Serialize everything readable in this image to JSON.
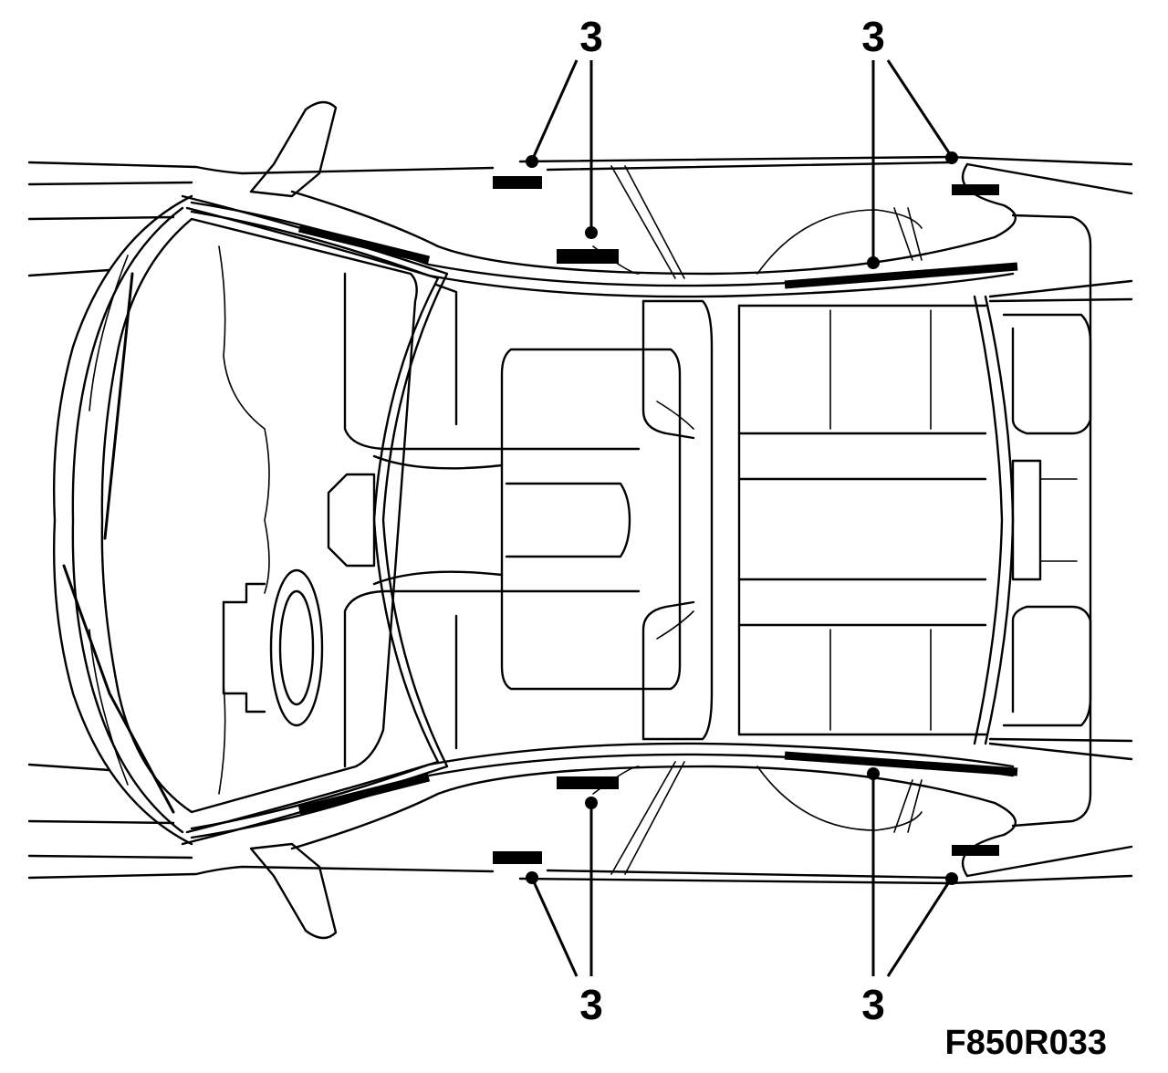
{
  "callouts": {
    "top_front": "3",
    "top_rear": "3",
    "bottom_front": "3",
    "bottom_rear": "3"
  },
  "figure_code": "F850R033"
}
